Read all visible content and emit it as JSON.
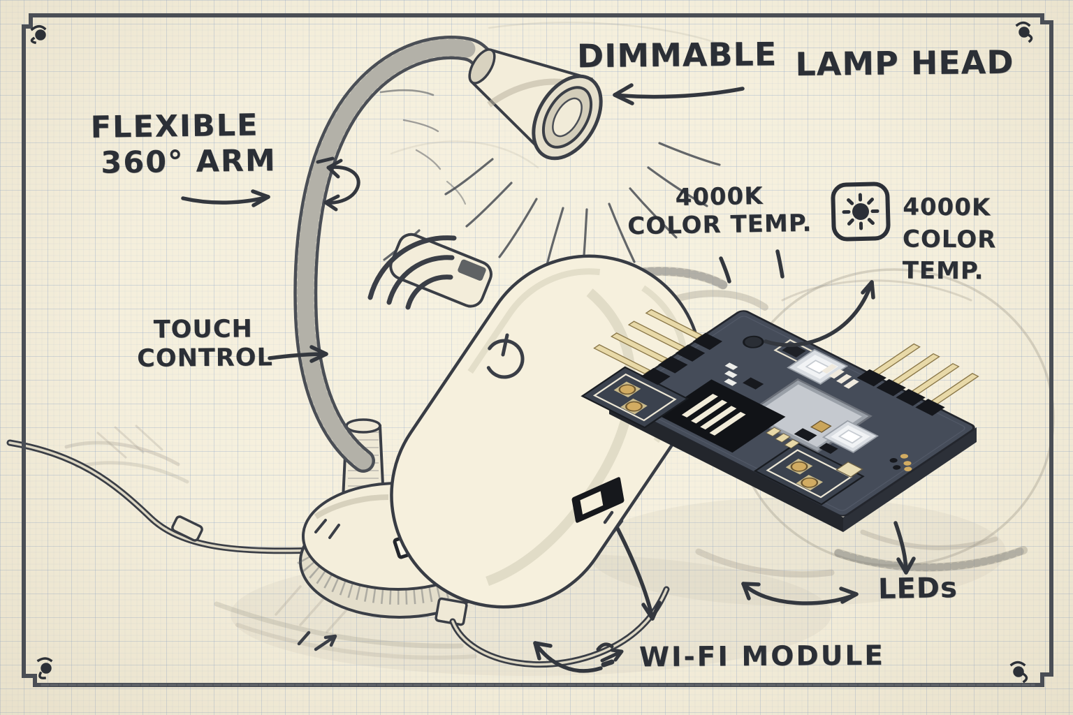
{
  "meta": {
    "kind": "hand-drawn product concept sketch",
    "subject": "smart dimmable desk lamp with Wi-Fi module, drawn on graph paper"
  },
  "labels": {
    "dimmable": "DIMMABLE",
    "lamp_head": "LAMP HEAD",
    "flexible_line1": "FLEXIBLE",
    "flexible_line2": "360° ARM",
    "touch_line1": "TOUCH",
    "touch_line2": "CONTROL",
    "color_temp_left_line1": "4000K",
    "color_temp_left_line2": "COLOR TEMP.",
    "color_temp_right_line1": "4000K",
    "color_temp_right_line2": "COLOR",
    "color_temp_right_line3": "TEMP.",
    "leds": "LEDs",
    "wifi_module": "WI-FI MODULE"
  },
  "icons": {
    "badge": "brightness-sun-icon in rounded square",
    "power": "power-symbol on touch control device"
  },
  "colors": {
    "paper": "#f5efdc",
    "grid_line": "#8ca5c8",
    "ink": "#2b2f36",
    "pencil": "#8e8a7d",
    "pcb_board": "#454c59",
    "pad_gold": "#d2ac62",
    "pin_tan": "#e8d9a8"
  }
}
